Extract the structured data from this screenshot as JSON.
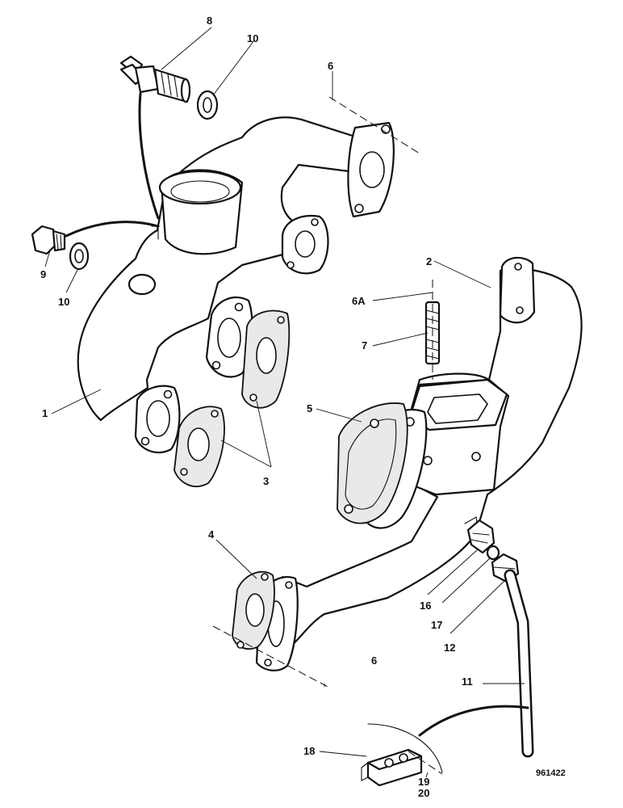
{
  "diagram": {
    "reference_number": "961422",
    "callouts": [
      {
        "id": "c1",
        "text": "1"
      },
      {
        "id": "c2",
        "text": "2"
      },
      {
        "id": "c3",
        "text": "3"
      },
      {
        "id": "c4",
        "text": "4"
      },
      {
        "id": "c5",
        "text": "5"
      },
      {
        "id": "c6a",
        "text": "6"
      },
      {
        "id": "c6b",
        "text": "6"
      },
      {
        "id": "c6A",
        "text": "6A"
      },
      {
        "id": "c7",
        "text": "7"
      },
      {
        "id": "c8",
        "text": "8"
      },
      {
        "id": "c9",
        "text": "9"
      },
      {
        "id": "c10a",
        "text": "10"
      },
      {
        "id": "c10b",
        "text": "10"
      },
      {
        "id": "c11",
        "text": "11"
      },
      {
        "id": "c12",
        "text": "12"
      },
      {
        "id": "c16",
        "text": "16"
      },
      {
        "id": "c17",
        "text": "17"
      },
      {
        "id": "c18",
        "text": "18"
      },
      {
        "id": "c19",
        "text": "19"
      },
      {
        "id": "c20",
        "text": "20"
      }
    ],
    "parts": [
      "intake-manifold",
      "exhaust-manifold",
      "manifold-gasket",
      "exhaust-gasket",
      "stud",
      "heater-plug",
      "sealing-washer",
      "blanking-plug",
      "pipe",
      "union-nut",
      "adaptor",
      "olive",
      "clip"
    ]
  }
}
